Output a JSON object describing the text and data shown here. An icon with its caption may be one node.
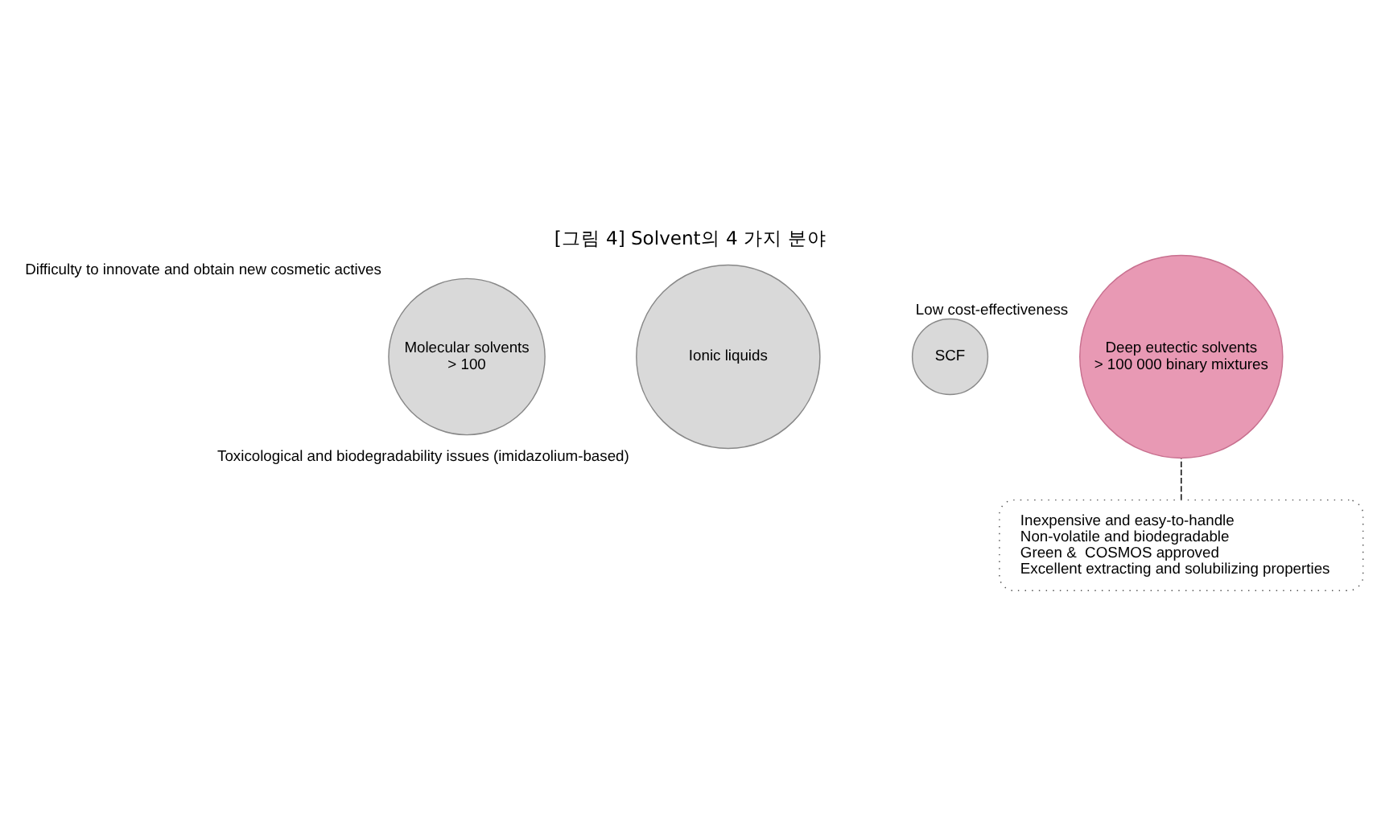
{
  "diagram": {
    "title": "[그림 4] Solvent의 4 가지 분야",
    "nodes": [
      {
        "text": [
          "Molecular solvents",
          "> 100"
        ],
        "beside": [
          "Difficulty to innovate and obtain new cosmetic actives"
        ]
      },
      {
        "text": [
          "Ionic liquids"
        ],
        "beside": [
          "Toxicological and biodegradability issues (imidazolium-based)"
        ]
      },
      {
        "text": [
          "SCF"
        ],
        "beside": [
          "Low cost-effectiveness"
        ]
      },
      {
        "text": [
          "Deep eutectic solvents",
          "> 100 000 binary mixtures"
        ]
      },
      {
        "text": [
          "Inexpensive and easy-to-handle",
          "Non-volatile and biodegradable",
          "Green &  COSMOS approved",
          "Excellent extracting and solubilizing properties"
        ]
      }
    ],
    "edges": [
      {
        "from": 4,
        "to": 3,
        "arrow": "none",
        "style": "dashed"
      }
    ]
  }
}
